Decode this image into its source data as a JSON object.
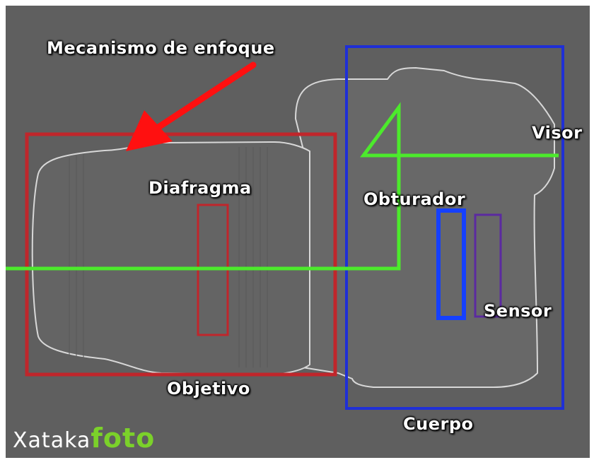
{
  "labels": {
    "focus": "Mecanismo de enfoque",
    "aperture": "Diafragma",
    "shutter": "Obturador",
    "viewfinder": "Visor",
    "sensor": "Sensor",
    "lens": "Objetivo",
    "body": "Cuerpo"
  },
  "logo": {
    "brand": "Xataka",
    "product": "foto"
  },
  "colors": {
    "background": "#5f5f5f",
    "lens_box": "#c0262b",
    "body_box": "#1f2fd6",
    "light_path": "#4cea2c",
    "arrow": "#ff1010",
    "shutter": "#1540ff",
    "sensor": "#5b2aa0",
    "camera_outline": "#d8d8d8"
  }
}
